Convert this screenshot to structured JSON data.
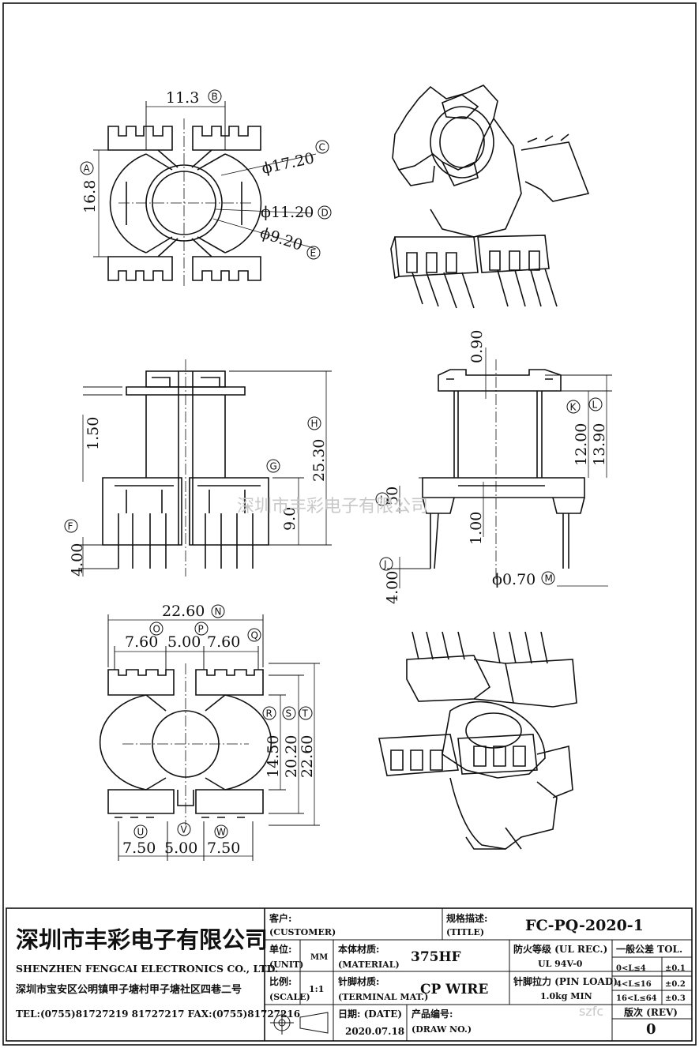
{
  "dimensions": {
    "top_view": {
      "width": "11.3",
      "height": "16.8",
      "d1": "ϕ17.20",
      "d2": "ϕ11.20",
      "d3": "ϕ9.20",
      "A": "A",
      "B": "B",
      "C": "C",
      "D": "D",
      "E": "E"
    },
    "front_view": {
      "flange": "1.50",
      "height": "25.30",
      "base": "9.0",
      "pin": "4.00",
      "F": "F",
      "G": "G",
      "H": "H"
    },
    "side_view": {
      "top": "0.90",
      "h1": "12.00",
      "h2": "13.90",
      "s1": "50",
      "s2": "1.00",
      "pin": "4.00",
      "pin_dia": "ϕ0.70",
      "I": "I",
      "J": "J",
      "K": "K",
      "L": "L",
      "M": "M"
    },
    "bottom_view": {
      "overall": "22.60",
      "p1": "7.60",
      "p2": "5.00",
      "p3": "7.60",
      "h1": "14.50",
      "h2": "20.20",
      "h3": "22.60",
      "b1": "7.50",
      "b2": "5.00",
      "b3": "7.50",
      "N": "N",
      "O": "O",
      "P": "P",
      "Q": "Q",
      "R": "R",
      "S": "S",
      "T": "T",
      "U": "U",
      "V": "V",
      "W": "W"
    }
  },
  "watermark": "深圳市丰彩电子有限公司",
  "title_block": {
    "company_cn": "深圳市丰彩电子有限公司",
    "company_en": "SHENZHEN FENGCAI ELECTRONICS CO., LTD.",
    "address": "深圳市宝安区公明镇甲子塘村甲子塘社区四巷二号",
    "contact": "TEL:(0755)81727219  81727217    FAX:(0755)81727216",
    "customer_label": "客户:",
    "customer_en": "(CUSTOMER)",
    "spec_label": "规格描述:",
    "spec_en": "(TITLE)",
    "title_value": "FC-PQ-2020-1",
    "unit_label": "单位:",
    "unit_en": "(UNIT)",
    "unit_value": "MM",
    "material_label": "本体材质:",
    "material_en": "(MATERIAL)",
    "material_value": "375HF",
    "ul_label": "防火等级 (UL REC.)",
    "ul_value": "UL 94V-0",
    "tol_label": "一般公差 TOL.",
    "tol_rows": [
      {
        "range": "0<L≤4",
        "tol": "±0.1"
      },
      {
        "range": "4<L≤16",
        "tol": "±0.2"
      },
      {
        "range": "16<L≤64",
        "tol": "±0.3"
      }
    ],
    "scale_label": "比例:",
    "scale_en": "(SCALE)",
    "scale_value": "1:1",
    "terminal_label": "针脚材质:",
    "terminal_en": "(TERMINAL MAT.)",
    "terminal_value": "CP WIRE",
    "pin_load_label": "针脚拉力 (PIN LOAD)",
    "pin_load_value": "1.0kg MIN",
    "date_label": "日期: (DATE)",
    "date_value": "2020.07.18",
    "drawno_label": "产品编号:",
    "drawno_en": "(DRAW NO.)",
    "rev_label": "版次 (REV)",
    "rev_value": "0",
    "site": "szfc"
  }
}
